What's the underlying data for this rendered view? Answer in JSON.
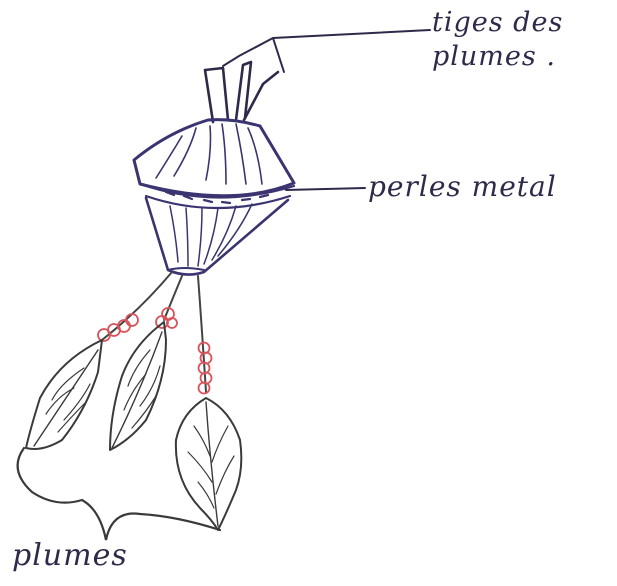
{
  "labels": {
    "tiges_line1": "tiges des",
    "tiges_line2": "plumes .",
    "perles": "perles metal",
    "plumes": "plumes"
  },
  "colors": {
    "ink": "#2f2a4a",
    "body_ink": "#3a3470",
    "bead_red": "#d9535b"
  }
}
